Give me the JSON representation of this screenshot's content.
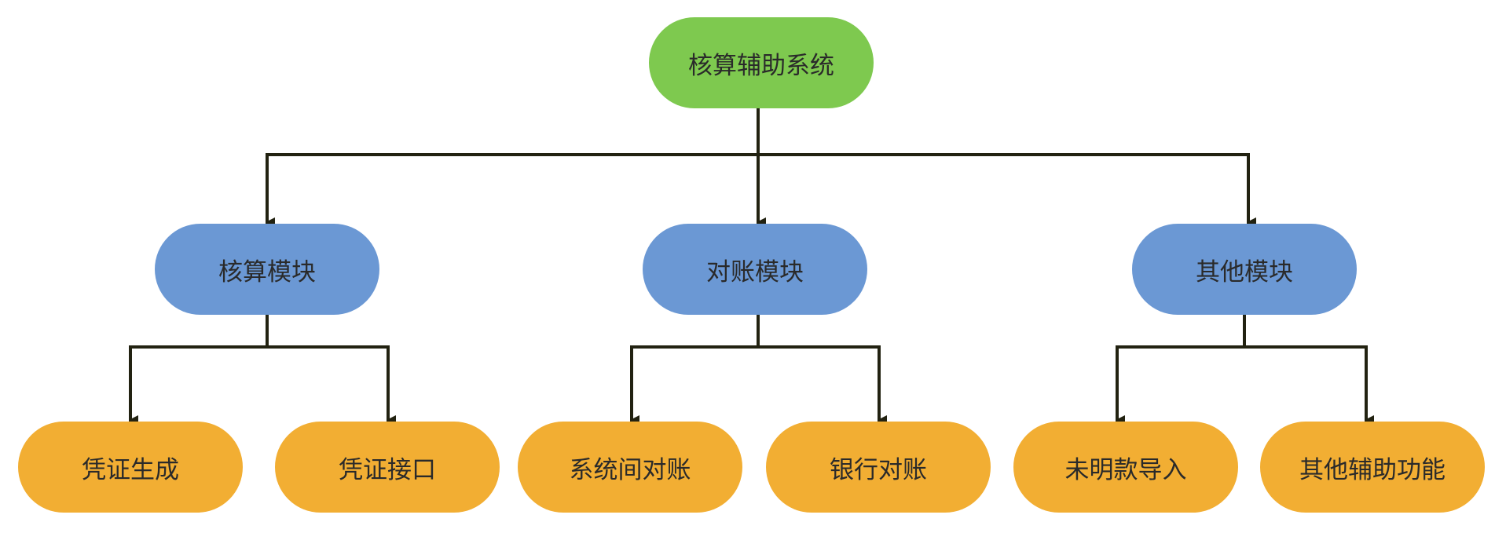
{
  "colors": {
    "root": "#7ec94f",
    "module": "#6b98d4",
    "leaf": "#f2ae33",
    "connector": "#222211"
  },
  "root": {
    "label": "核算辅助系统"
  },
  "modules": [
    {
      "label": "核算模块",
      "children": [
        {
          "label": "凭证生成"
        },
        {
          "label": "凭证接口"
        }
      ]
    },
    {
      "label": "对账模块",
      "children": [
        {
          "label": "系统间对账"
        },
        {
          "label": "银行对账"
        }
      ]
    },
    {
      "label": "其他模块",
      "children": [
        {
          "label": "未明款导入"
        },
        {
          "label": "其他辅助功能"
        }
      ]
    }
  ]
}
